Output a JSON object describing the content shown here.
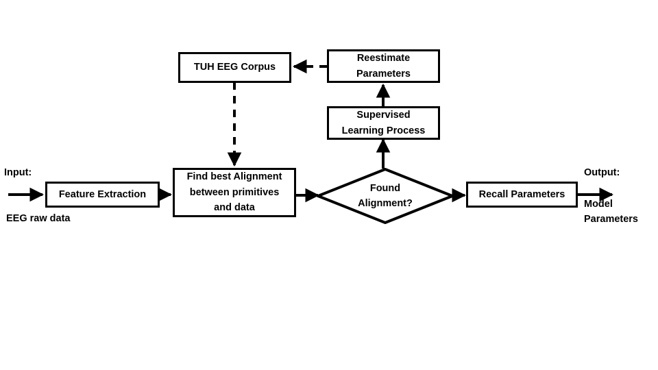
{
  "diagram": {
    "title": "EEG Supervised Learning Alignment Flowchart",
    "background_color": "#ffffff",
    "stroke_color": "#000000",
    "nodes": {
      "corpus": {
        "label": "TUH EEG Corpus",
        "shape": "rectangle"
      },
      "reestimate": {
        "label": "Reestimate\nParameters",
        "shape": "rectangle"
      },
      "supervised": {
        "label": "Supervised\nLearning Process",
        "shape": "rectangle"
      },
      "feature_extraction": {
        "label": "Feature Extraction",
        "shape": "rectangle"
      },
      "find_alignment": {
        "label": "Find best Alignment\nbetween primitives\nand data",
        "shape": "rectangle"
      },
      "found_alignment": {
        "label": "Found\nAlignment?",
        "shape": "diamond"
      },
      "recall": {
        "label": "Recall Parameters",
        "shape": "rectangle"
      }
    },
    "labels": {
      "input_title": "Input:",
      "input_desc": "EEG raw data",
      "output_title": "Output:",
      "output_desc": "Model\nParameters"
    },
    "edges": [
      {
        "from": "reestimate",
        "to": "corpus",
        "style": "dashed",
        "direction": "left"
      },
      {
        "from": "corpus",
        "to": "find_alignment",
        "style": "dashed",
        "direction": "down"
      },
      {
        "from": "supervised",
        "to": "reestimate",
        "style": "solid",
        "direction": "up"
      },
      {
        "from": "found_alignment",
        "to": "supervised",
        "style": "solid",
        "direction": "up"
      },
      {
        "from": "input",
        "to": "feature_extraction",
        "style": "solid",
        "direction": "right"
      },
      {
        "from": "feature_extraction",
        "to": "find_alignment",
        "style": "solid",
        "direction": "right"
      },
      {
        "from": "find_alignment",
        "to": "found_alignment",
        "style": "solid",
        "direction": "right"
      },
      {
        "from": "found_alignment",
        "to": "recall",
        "style": "solid",
        "direction": "right"
      },
      {
        "from": "recall",
        "to": "output",
        "style": "solid",
        "direction": "right"
      }
    ]
  }
}
